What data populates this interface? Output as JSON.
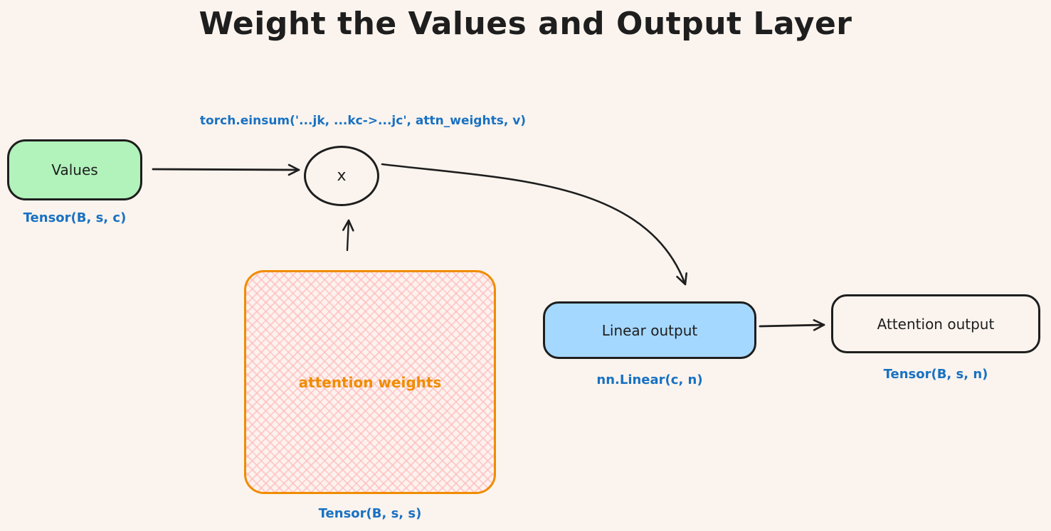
{
  "title": "Weight the Values and Output Layer",
  "colors": {
    "background": "#fbf4ee",
    "ink": "#1e1e1e",
    "code_blue": "#1971c2",
    "values_fill": "#b2f2bb",
    "linear_fill": "#a5d8ff",
    "attention_weights_stroke": "#f08c00",
    "attention_weights_hatch": "#ffc9c9"
  },
  "diagram": {
    "einsum_label": "torch.einsum('...jk, ...kc->...jc', attn_weights, v)",
    "values_node": {
      "label": "Values",
      "tensor_label": "Tensor(B, s, c)"
    },
    "multiply_node": {
      "label": "x"
    },
    "attention_weights_node": {
      "label": "attention weights",
      "tensor_label": "Tensor(B, s, s)"
    },
    "linear_output_node": {
      "label": "Linear output",
      "code_label": "nn.Linear(c, n)"
    },
    "attention_output_node": {
      "label": "Attention output",
      "tensor_label": "Tensor(B, s, n)"
    }
  }
}
